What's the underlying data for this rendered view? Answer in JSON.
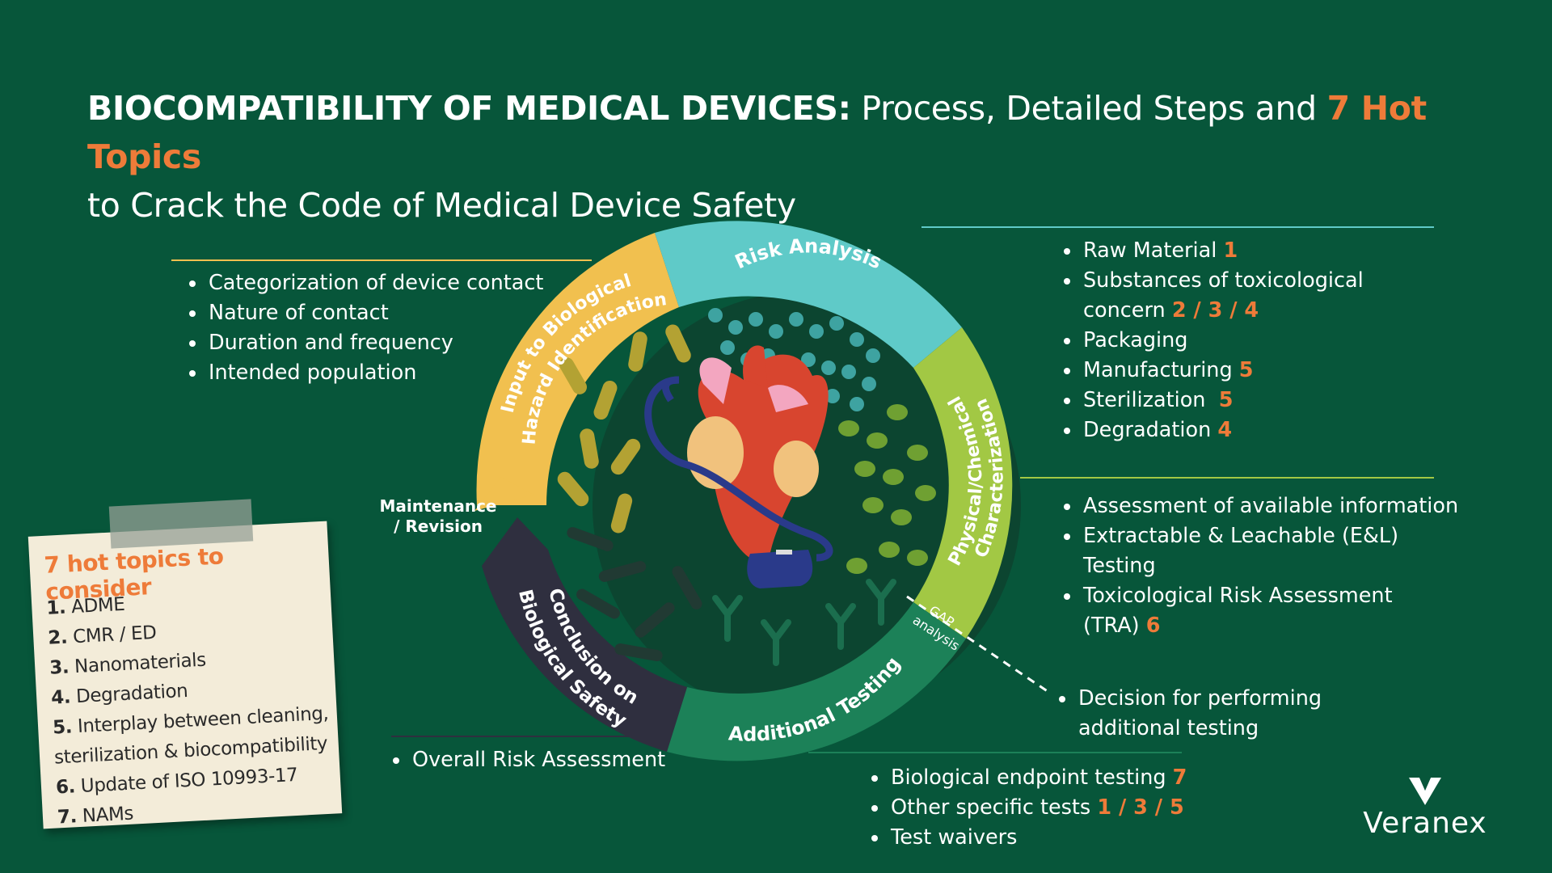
{
  "title": {
    "bold": "BIOCOMPATIBILITY OF MEDICAL DEVICES:",
    "line1_rest": " Process, Detailed Steps and ",
    "highlight": "7 Hot Topics",
    "line2": "to Crack the Code of Medical Device Safety"
  },
  "colors": {
    "background": "#07563a",
    "accent": "#ee7b39",
    "yellow": "#f1c04f",
    "teal": "#5fcac8",
    "lime": "#a2c844",
    "green": "#1c8158",
    "dark": "#2f2f3f"
  },
  "wheel": {
    "segments": {
      "input": "Input to Biological Hazard Identification",
      "input_line1": "Input to Biological",
      "input_line2": "Hazard Identification",
      "risk": "Risk Analysis",
      "physchem_line1": "Physical/Chemical",
      "physchem_line2": "Characterization",
      "testing": "Additional Testing",
      "conclusion_line1": "Conclusion on",
      "conclusion_line2": "Biological Safety"
    },
    "maintenance_line1": "Maintenance",
    "maintenance_line2": "/ Revision",
    "gap_line1": "GAP",
    "gap_line2": "analysis"
  },
  "lists": {
    "input": [
      "Categorization of device contact",
      "Nature of contact",
      "Duration and frequency",
      "Intended population"
    ],
    "risk": [
      {
        "text": "Raw Material",
        "nums": "1"
      },
      {
        "text": "Substances of toxicological",
        "nums": ""
      },
      {
        "text": "concern",
        "nums": "2 / 3 / 4"
      },
      {
        "text": "Packaging",
        "nums": ""
      },
      {
        "text": "Manufacturing",
        "nums": "5"
      },
      {
        "text": "Sterilization",
        "nums": "5"
      },
      {
        "text": "Degradation",
        "nums": "4"
      }
    ],
    "physchem": [
      {
        "text": "Assessment of available information",
        "nums": ""
      },
      {
        "text": "Extractable & Leachable (E&L)",
        "nums": ""
      },
      {
        "text": "Testing",
        "nums": ""
      },
      {
        "text": "Toxicological Risk Assessment",
        "nums": ""
      },
      {
        "text": "(TRA)",
        "nums": "6"
      }
    ],
    "gap": [
      "Decision for performing",
      "additional testing"
    ],
    "conclusion": [
      "Overall Risk Assessment"
    ],
    "testing": [
      {
        "text": "Biological endpoint testing",
        "nums": "7"
      },
      {
        "text": "Other specific tests",
        "nums": "1 / 3 / 5"
      },
      {
        "text": "Test waivers",
        "nums": ""
      }
    ]
  },
  "hot_topics": {
    "title": "7 hot topics to consider",
    "items": [
      {
        "n": "1.",
        "text": "ADME"
      },
      {
        "n": "2.",
        "text": "CMR / ED"
      },
      {
        "n": "3.",
        "text": "Nanomaterials"
      },
      {
        "n": "4.",
        "text": "Degradation"
      },
      {
        "n": "5.",
        "text": "Interplay between cleaning,"
      },
      {
        "n": "",
        "text": "sterilization & biocompatibility"
      },
      {
        "n": "6.",
        "text": "Update of ISO 10993-17"
      },
      {
        "n": "7.",
        "text": "NAMs"
      }
    ]
  },
  "logo": {
    "text": "Veranex"
  }
}
